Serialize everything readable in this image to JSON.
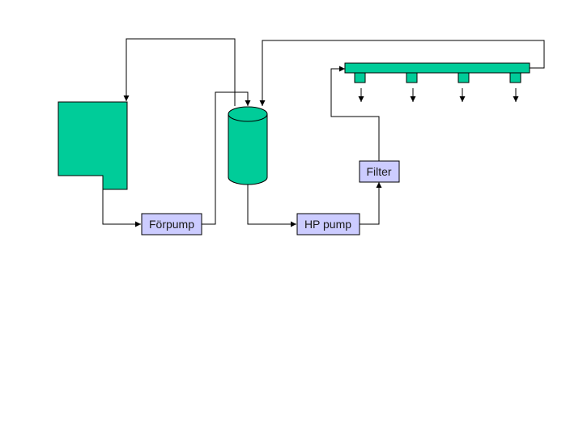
{
  "colors": {
    "component_fill": "#00cc99",
    "label_box_fill": "#ccccff",
    "line": "#000000"
  },
  "diagram": {
    "nodes": [
      {
        "id": "tank",
        "label": ""
      },
      {
        "id": "forpump",
        "label": "Förpump"
      },
      {
        "id": "canister",
        "label": ""
      },
      {
        "id": "hp-pump",
        "label": "HP pump"
      },
      {
        "id": "filter",
        "label": "Filter"
      },
      {
        "id": "rail",
        "label": ""
      },
      {
        "id": "injector-1",
        "label": ""
      },
      {
        "id": "injector-2",
        "label": ""
      },
      {
        "id": "injector-3",
        "label": ""
      },
      {
        "id": "injector-4",
        "label": ""
      }
    ],
    "edges": [
      {
        "from": "tank",
        "to": "forpump"
      },
      {
        "from": "forpump",
        "to": "canister"
      },
      {
        "from": "canister",
        "to": "tank"
      },
      {
        "from": "canister",
        "to": "hp-pump"
      },
      {
        "from": "hp-pump",
        "to": "filter"
      },
      {
        "from": "filter",
        "to": "rail"
      },
      {
        "from": "rail",
        "to": "canister"
      }
    ]
  }
}
